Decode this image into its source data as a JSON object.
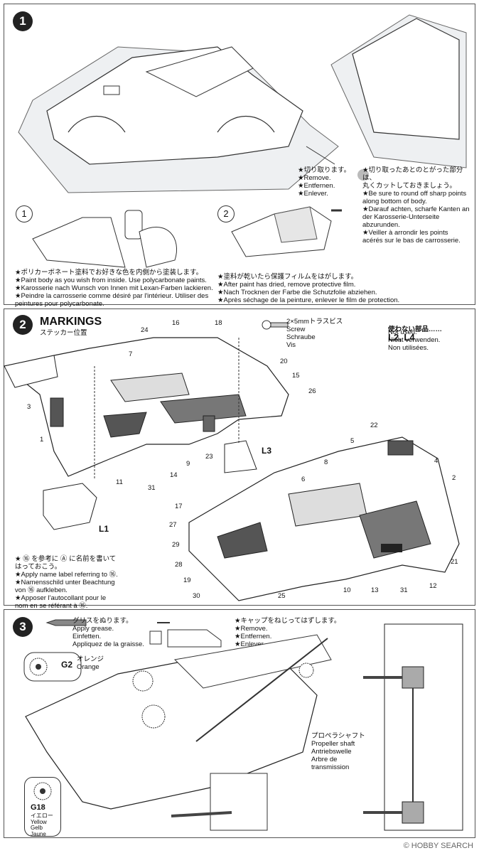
{
  "step1": {
    "number": "1",
    "cut_text": "★切り取ります。\n★Remove.\n★Entfernen.\n★Enlever.",
    "round_text": "★切り取ったあとのとがった部分は、\n丸くカットしておきましょう。\n★Be sure to round off sharp points\nalong bottom of body.\n★Darauf achten, scharfe Kanten an\nder Karosserie-Unterseite\nabzurunden.\n★Veiller à arrondir les points\nacérés sur le bas de carrosserie.",
    "sub1": "1",
    "sub2": "2",
    "paint_text": "★ポリカーボネート塗料でお好きな色を内側から塗装します。\n★Paint body as you wish from inside. Use polycarbonate paints.\n★Karosserie nach Wunsch von Innen mit Lexan-Farben lackieren.\n★Peindre la carrosserie comme désiré par l'intérieur. Utiliser des\npeintures pour polycarbonate.",
    "film_text": "★塗料が乾いたら保護フィルムをはがします。\n★After paint has dried, remove protective film.\n★Nach Trocknen der Farbe die Schutzfolie abziehen.\n★Après séchage de la peinture, enlever le film de protection."
  },
  "step2": {
    "number": "2",
    "title": "MARKINGS",
    "subtitle": "ステッカー位置",
    "screw_text": "2×5mmトラスビス\nScrew\nSchraube\nVis",
    "unused_label": "使わない部品……",
    "unused_parts": "L2, L4",
    "unused_text": "Not used.\nNicht verwenden.\nNon utilisées.",
    "part_L1": "L1",
    "part_L3": "L3",
    "name_text": "★ ⑯ を参考に Ⓐ に名前を書いて\nはっておこう。\n★Apply name label referring to ⑯.\n★Namensschild unter Beachtung\nvon ⑯ aufkleben.\n★Apposer l'autocollant pour le\nnom en se référant à ⑯.",
    "markers_upper": [
      "16",
      "18",
      "24",
      "7",
      "20",
      "15",
      "26",
      "3",
      "1",
      "11",
      "31",
      "14",
      "9",
      "23"
    ],
    "markers_lower": [
      "22",
      "5",
      "4",
      "8",
      "6",
      "2",
      "17",
      "27",
      "29",
      "28",
      "19",
      "30",
      "25",
      "10",
      "13",
      "31",
      "12",
      "21"
    ]
  },
  "step3": {
    "number": "3",
    "grease_text": "グリスをぬります。\nApply grease.\nEinfetten.\nAppliquez de la graisse.",
    "cap_text": "★キャップをねじってはずします。\n★Remove.\n★Entfernen.\n★Enlever.",
    "g2_code": "G2",
    "g2_text": "オレンジ\nOrange",
    "g18_code": "G18",
    "g18_text": "イエロー\nYellow\nGelb\nJaune",
    "shaft_text": "プロペラシャフト\nPropeller shaft\nAntriebswelle\nArbre de\ntransmission"
  },
  "watermark": "© HOBBY SEARCH"
}
